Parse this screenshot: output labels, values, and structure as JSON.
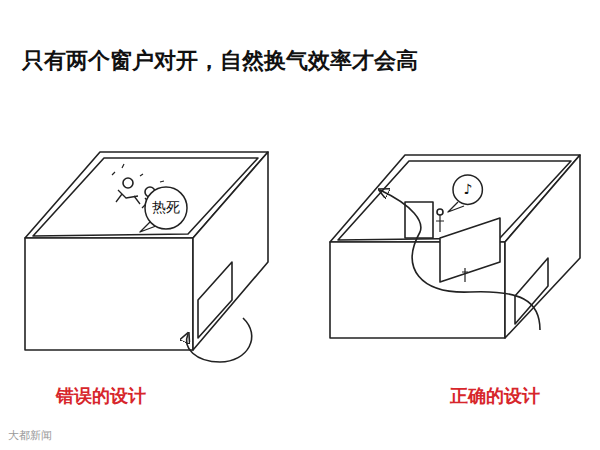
{
  "diagram": {
    "title": "只有两个窗户对开，自然换气效率才会高",
    "nodes": [
      {
        "text": [
          "热死"
        ]
      },
      {
        "text": [
          "♪"
        ]
      }
    ],
    "labels": [
      "错误的设计",
      "正确的设计",
      "大都新闻"
    ]
  }
}
